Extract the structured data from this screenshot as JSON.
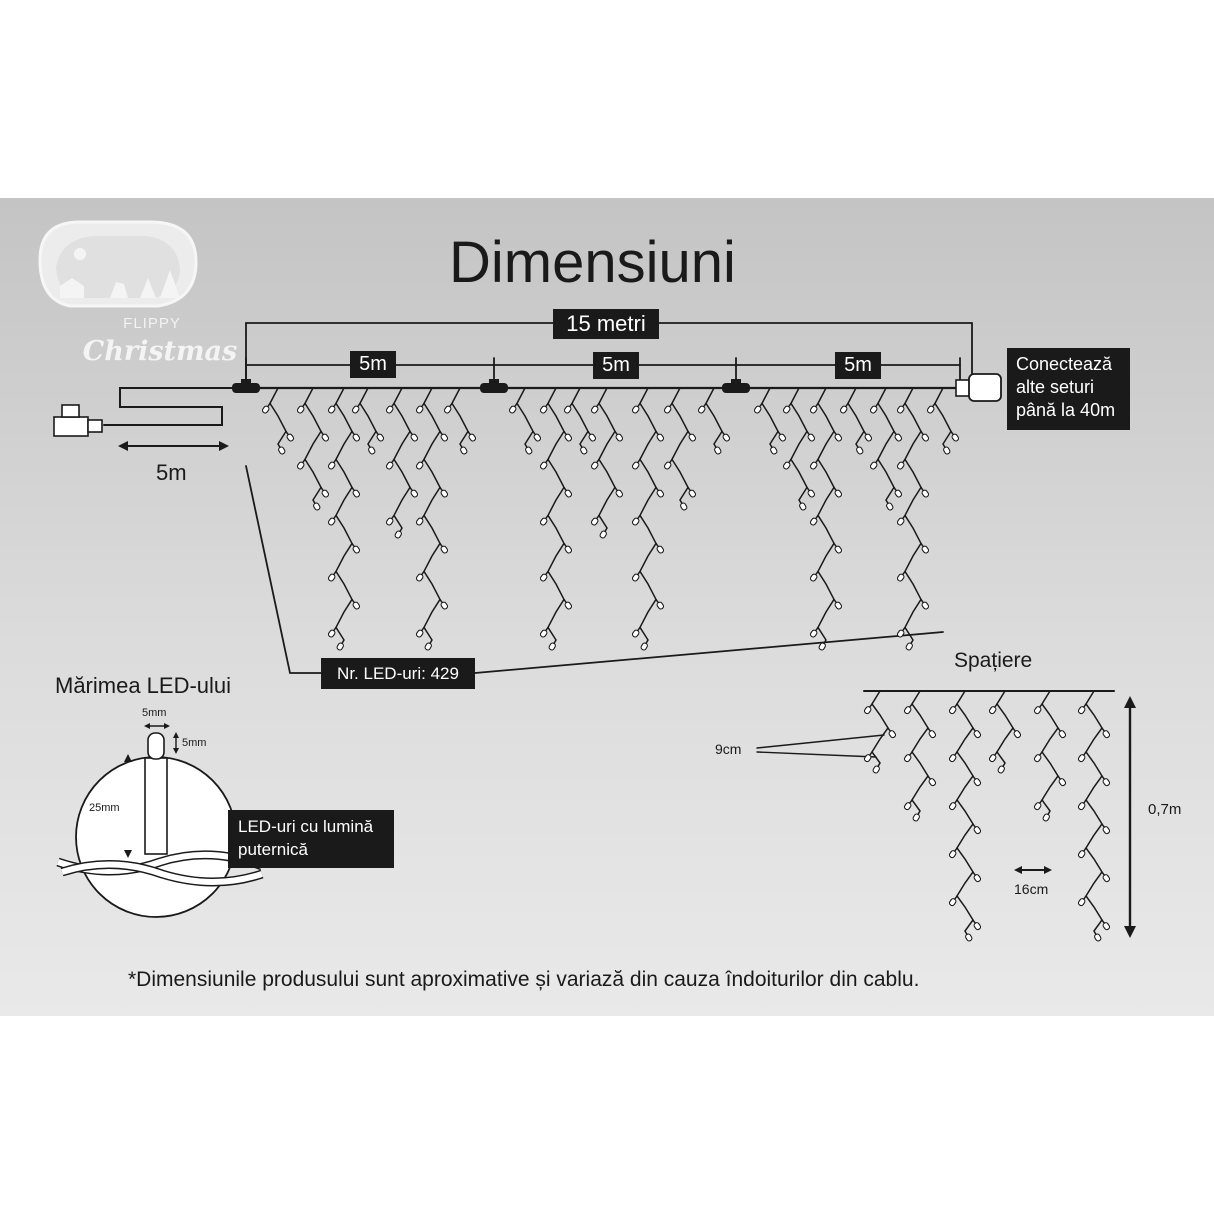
{
  "logo": {
    "brand": "FLIPPY",
    "sub": "Christmas"
  },
  "title": "Dimensiuni",
  "labels": {
    "total_length": "15 metri",
    "segments": [
      "5m",
      "5m",
      "5m"
    ],
    "lead_cable": "5m",
    "connect": [
      "Conectează",
      "alte seturi",
      "până la 40m"
    ],
    "led_count": "Nr. LED-uri: 429",
    "led_size_title": "Mărimea LED-ului",
    "led_width": "5mm",
    "led_height": "5mm",
    "led_length": "25mm",
    "led_type": [
      "LED-uri cu lumină",
      "puternică"
    ],
    "spacing_title": "Spațiere",
    "spacing_vertical": "9cm",
    "spacing_horizontal": "16cm",
    "drop_height": "0,7m"
  },
  "disclaimer": "*Dimensiunile produsului sunt aproximative și variază din cauza îndoiturilor din cablu.",
  "colors": {
    "background": "#ffffff",
    "panel_top": "#c4c4c4",
    "panel_bottom": "#e9e9e9",
    "ink": "#1a1a1a",
    "label_box": "#1a1a1a",
    "label_text": "#ffffff",
    "led": "#ffffff"
  }
}
